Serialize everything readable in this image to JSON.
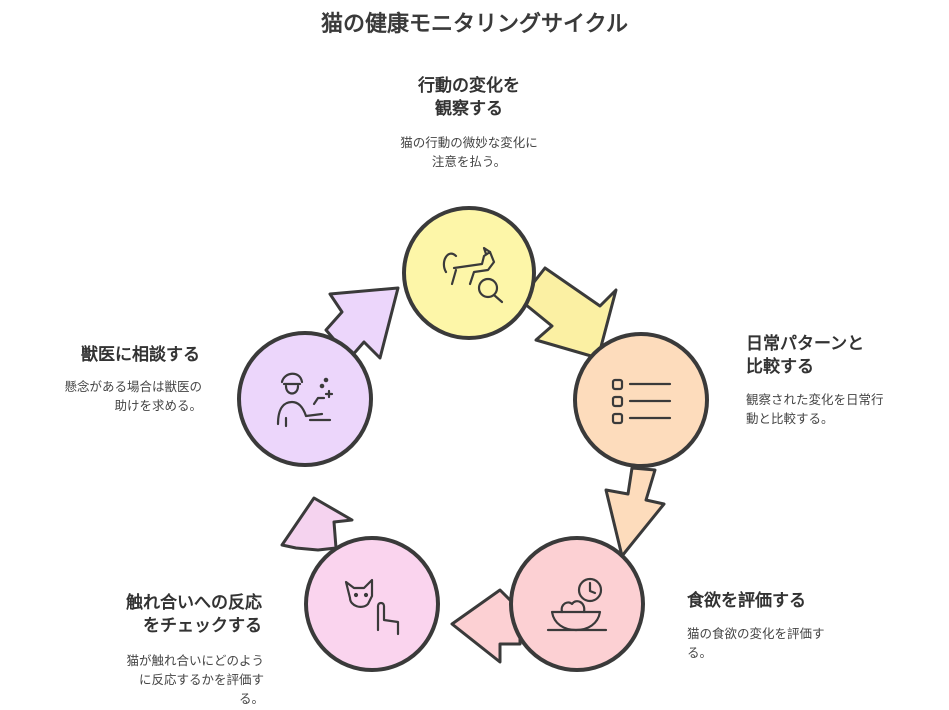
{
  "title": "猫の健康モニタリングサイクル",
  "stages": [
    {
      "title": [
        "行動の変化を",
        "観察する"
      ],
      "desc": [
        "猫の行動の微妙な変化に",
        "注意を払う。"
      ],
      "color": "#fdf6a8",
      "icon": "cat-magnifier-icon"
    },
    {
      "title": [
        "日常パターンと",
        "比較する"
      ],
      "desc": [
        "観察された変化を日常行",
        "動と比較する。"
      ],
      "color": "#fddcbc",
      "icon": "checklist-icon"
    },
    {
      "title": [
        "食欲を評価する"
      ],
      "desc": [
        "猫の食欲の変化を評価す",
        "る。"
      ],
      "color": "#fcd0d3",
      "icon": "food-bowl-clock-icon"
    },
    {
      "title": [
        "触れ合いへの反応",
        "をチェックする"
      ],
      "desc": [
        "猫が触れ合いにどのよう",
        "に反応するかを評価す",
        "る。"
      ],
      "color": "#fad4ee",
      "icon": "cat-hand-icon"
    },
    {
      "title": [
        "獣医に相談する"
      ],
      "desc": [
        "懸念がある場合は獣医の",
        "助けを求める。"
      ],
      "color": "#ecd6fb",
      "icon": "vet-icon"
    }
  ]
}
